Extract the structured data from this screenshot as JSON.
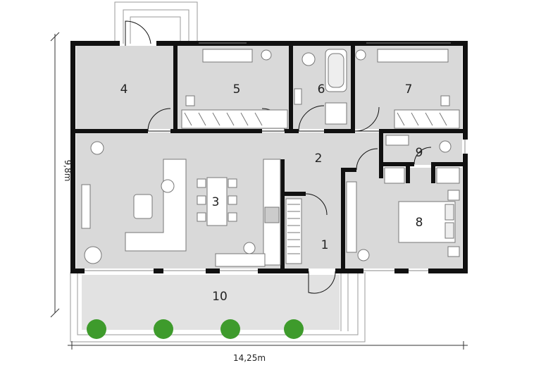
{
  "plan": {
    "rooms": [
      {
        "id": "1",
        "label": "1"
      },
      {
        "id": "2",
        "label": "2"
      },
      {
        "id": "3",
        "label": "3"
      },
      {
        "id": "4",
        "label": "4"
      },
      {
        "id": "5",
        "label": "5"
      },
      {
        "id": "6",
        "label": "6"
      },
      {
        "id": "7",
        "label": "7"
      },
      {
        "id": "8",
        "label": "8"
      },
      {
        "id": "9",
        "label": "9"
      },
      {
        "id": "10",
        "label": "10"
      }
    ],
    "dimensions": {
      "width": "14,25m",
      "depth": "9,8m"
    },
    "colors": {
      "wall": "#111111",
      "floor": "#d9d9d9",
      "terrace": "#e2e2e2",
      "plant": "#3e9b2c"
    }
  }
}
